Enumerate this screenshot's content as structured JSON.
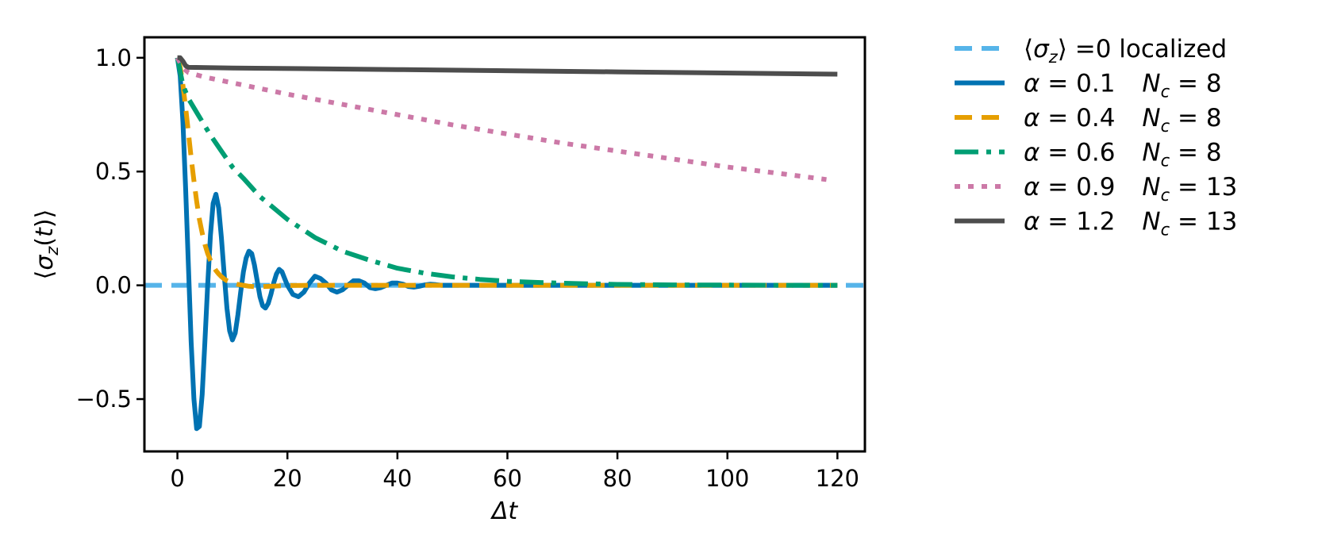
{
  "chart_data": {
    "type": "line",
    "xlabel": "Δt",
    "ylabel": "⟨σz(t)⟩",
    "xlim": [
      -6,
      125
    ],
    "ylim": [
      -0.73,
      1.09
    ],
    "x_ticks": [
      0,
      20,
      40,
      60,
      80,
      100,
      120
    ],
    "y_ticks": [
      -0.5,
      0.0,
      0.5,
      1.0
    ],
    "x_tick_labels": [
      "0",
      "20",
      "40",
      "60",
      "80",
      "100",
      "120"
    ],
    "y_tick_labels": [
      "−0.5",
      "0.0",
      "0.5",
      "1.0"
    ],
    "grid": false,
    "legend_position": "outside-right",
    "series": [
      {
        "name": "⟨σz⟩ =0 localized",
        "style": "dashed",
        "color": "#56b4e9",
        "x": [
          -6,
          125
        ],
        "y": [
          0,
          0
        ]
      },
      {
        "name": "α = 0.1   Nc = 8",
        "style": "solid",
        "color": "#0072b2",
        "x": [
          0,
          0.5,
          1,
          1.5,
          2,
          2.5,
          3,
          3.5,
          4,
          4.5,
          5,
          5.5,
          6,
          6.5,
          7,
          7.5,
          8,
          8.5,
          9,
          9.5,
          10,
          10.5,
          11,
          11.5,
          12,
          12.5,
          13,
          13.5,
          14,
          14.5,
          15,
          15.5,
          16,
          16.5,
          17,
          17.5,
          18,
          18.5,
          19,
          19.5,
          20,
          21,
          22,
          23,
          24,
          25,
          26,
          27,
          28,
          29,
          30,
          31,
          32,
          33,
          34,
          35,
          36,
          37,
          38,
          39,
          40,
          41,
          42,
          43,
          44,
          45,
          46,
          47,
          48,
          50,
          55,
          60,
          70,
          80,
          90,
          100,
          110,
          120
        ],
        "y": [
          1.0,
          0.92,
          0.72,
          0.42,
          0.08,
          -0.25,
          -0.5,
          -0.63,
          -0.62,
          -0.48,
          -0.25,
          0.0,
          0.22,
          0.36,
          0.4,
          0.34,
          0.21,
          0.05,
          -0.1,
          -0.2,
          -0.24,
          -0.21,
          -0.13,
          -0.03,
          0.06,
          0.12,
          0.15,
          0.14,
          0.09,
          0.02,
          -0.05,
          -0.09,
          -0.1,
          -0.08,
          -0.04,
          0.01,
          0.05,
          0.07,
          0.06,
          0.03,
          0.0,
          -0.04,
          -0.05,
          -0.03,
          0.01,
          0.04,
          0.03,
          0.01,
          -0.02,
          -0.03,
          -0.02,
          0.0,
          0.02,
          0.02,
          0.01,
          -0.01,
          -0.015,
          -0.01,
          0.0,
          0.01,
          0.01,
          0.005,
          -0.005,
          -0.008,
          -0.004,
          0.002,
          0.005,
          0.003,
          0.0,
          0.0,
          0.0,
          0.0,
          0.0,
          0.0,
          0.0,
          0.0,
          0.0,
          0.0
        ]
      },
      {
        "name": "α = 0.4   Nc = 8",
        "style": "dashed",
        "color": "#e69f00",
        "x": [
          0,
          0.5,
          1,
          1.5,
          2,
          2.5,
          3,
          3.5,
          4,
          4.5,
          5,
          5.5,
          6,
          6.5,
          7,
          7.5,
          8,
          8.5,
          9,
          10,
          11,
          12,
          13,
          14,
          15,
          16,
          18,
          20,
          25,
          30,
          40,
          60,
          80,
          100,
          120
        ],
        "y": [
          1.0,
          0.96,
          0.88,
          0.78,
          0.67,
          0.56,
          0.46,
          0.37,
          0.29,
          0.23,
          0.18,
          0.14,
          0.11,
          0.085,
          0.065,
          0.05,
          0.038,
          0.028,
          0.02,
          0.01,
          0.004,
          0.0,
          -0.004,
          -0.006,
          -0.006,
          -0.005,
          -0.003,
          -0.001,
          0.0,
          0.0,
          0.0,
          0.0,
          0.0,
          0.0,
          0.0
        ]
      },
      {
        "name": "α = 0.6   Nc = 8",
        "style": "dashdot",
        "color": "#009e73",
        "x": [
          0,
          1,
          2,
          4,
          6,
          8,
          10,
          12,
          15,
          18,
          20,
          25,
          30,
          35,
          40,
          45,
          50,
          55,
          60,
          65,
          70,
          80,
          90,
          100,
          110,
          120
        ],
        "y": [
          1.0,
          0.88,
          0.82,
          0.74,
          0.66,
          0.59,
          0.52,
          0.47,
          0.39,
          0.33,
          0.29,
          0.21,
          0.15,
          0.11,
          0.075,
          0.053,
          0.037,
          0.026,
          0.018,
          0.013,
          0.009,
          0.004,
          0.002,
          0.001,
          0.0,
          0.0
        ]
      },
      {
        "name": "α = 0.9   Nc = 13",
        "style": "dotted",
        "color": "#cc79a7",
        "x": [
          0,
          1,
          2,
          5,
          10,
          20,
          30,
          40,
          50,
          60,
          70,
          80,
          90,
          100,
          110,
          118
        ],
        "y": [
          1.0,
          0.955,
          0.935,
          0.915,
          0.89,
          0.84,
          0.795,
          0.75,
          0.705,
          0.665,
          0.625,
          0.59,
          0.555,
          0.52,
          0.49,
          0.465
        ]
      },
      {
        "name": "α = 1.2   Nc = 13",
        "style": "solid",
        "color": "#4d4d4d",
        "x": [
          0,
          0.5,
          1,
          1.5,
          2,
          10,
          40,
          80,
          120
        ],
        "y": [
          1.0,
          1.0,
          0.985,
          0.965,
          0.958,
          0.955,
          0.948,
          0.938,
          0.928
        ]
      }
    ]
  },
  "legend": {
    "entries": [
      {
        "pre": "⟨",
        "sym": "σ",
        "sub": "z",
        "post": "⟩ =0 localized"
      },
      {
        "pre": "",
        "sym": "α",
        "text": " = 0.1",
        "n": "N",
        "nsub": "c",
        "nval": " = 8"
      },
      {
        "pre": "",
        "sym": "α",
        "text": " = 0.4",
        "n": "N",
        "nsub": "c",
        "nval": " = 8"
      },
      {
        "pre": "",
        "sym": "α",
        "text": " = 0.6",
        "n": "N",
        "nsub": "c",
        "nval": " = 8"
      },
      {
        "pre": "",
        "sym": "α",
        "text": " = 0.9",
        "n": "N",
        "nsub": "c",
        "nval": " = 13"
      },
      {
        "pre": "",
        "sym": "α",
        "text": " = 1.2",
        "n": "N",
        "nsub": "c",
        "nval": " = 13"
      }
    ]
  }
}
